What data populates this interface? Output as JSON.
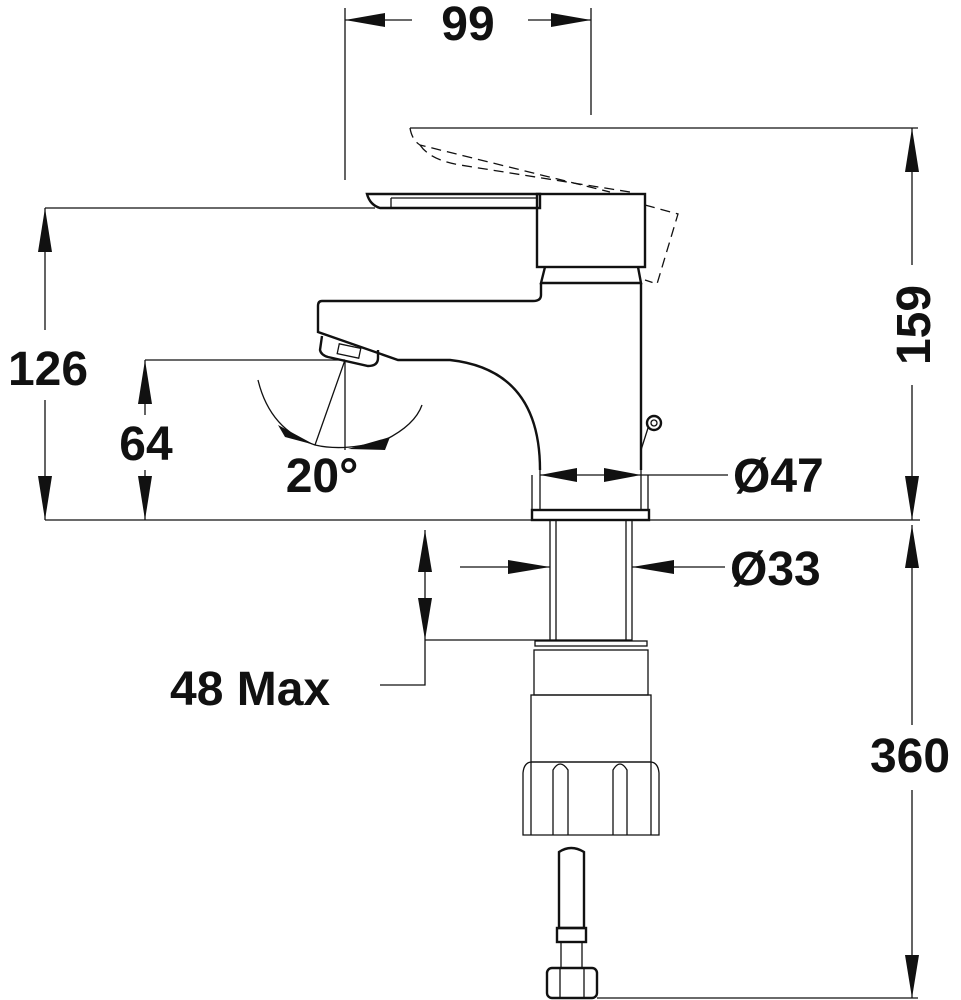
{
  "dimensions": {
    "width_top": "99",
    "height_total": "159",
    "height_handle": "126",
    "height_spout": "64",
    "spout_angle": "20°",
    "base_diameter": "Ø47",
    "shank_diameter": "Ø33",
    "max_deck_thickness": "48 Max",
    "hose_length": "360"
  },
  "colors": {
    "line": "#111111",
    "background": "#ffffff"
  }
}
